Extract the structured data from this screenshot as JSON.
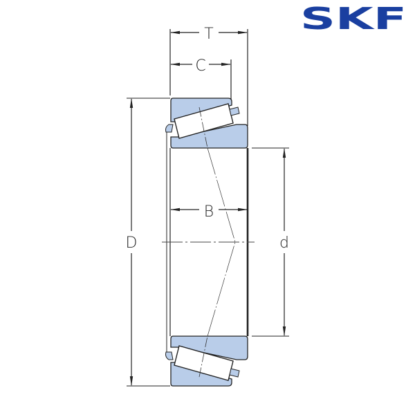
{
  "brand": {
    "name": "SKF",
    "color": "#1a3fa0"
  },
  "drawing": {
    "title": "Tapered roller bearing dimension drawing",
    "fill_color": "#b9cde9",
    "line_color": "#222222",
    "dimensions": {
      "T": "T",
      "C": "C",
      "B": "B",
      "D": "D",
      "d": "d"
    }
  }
}
